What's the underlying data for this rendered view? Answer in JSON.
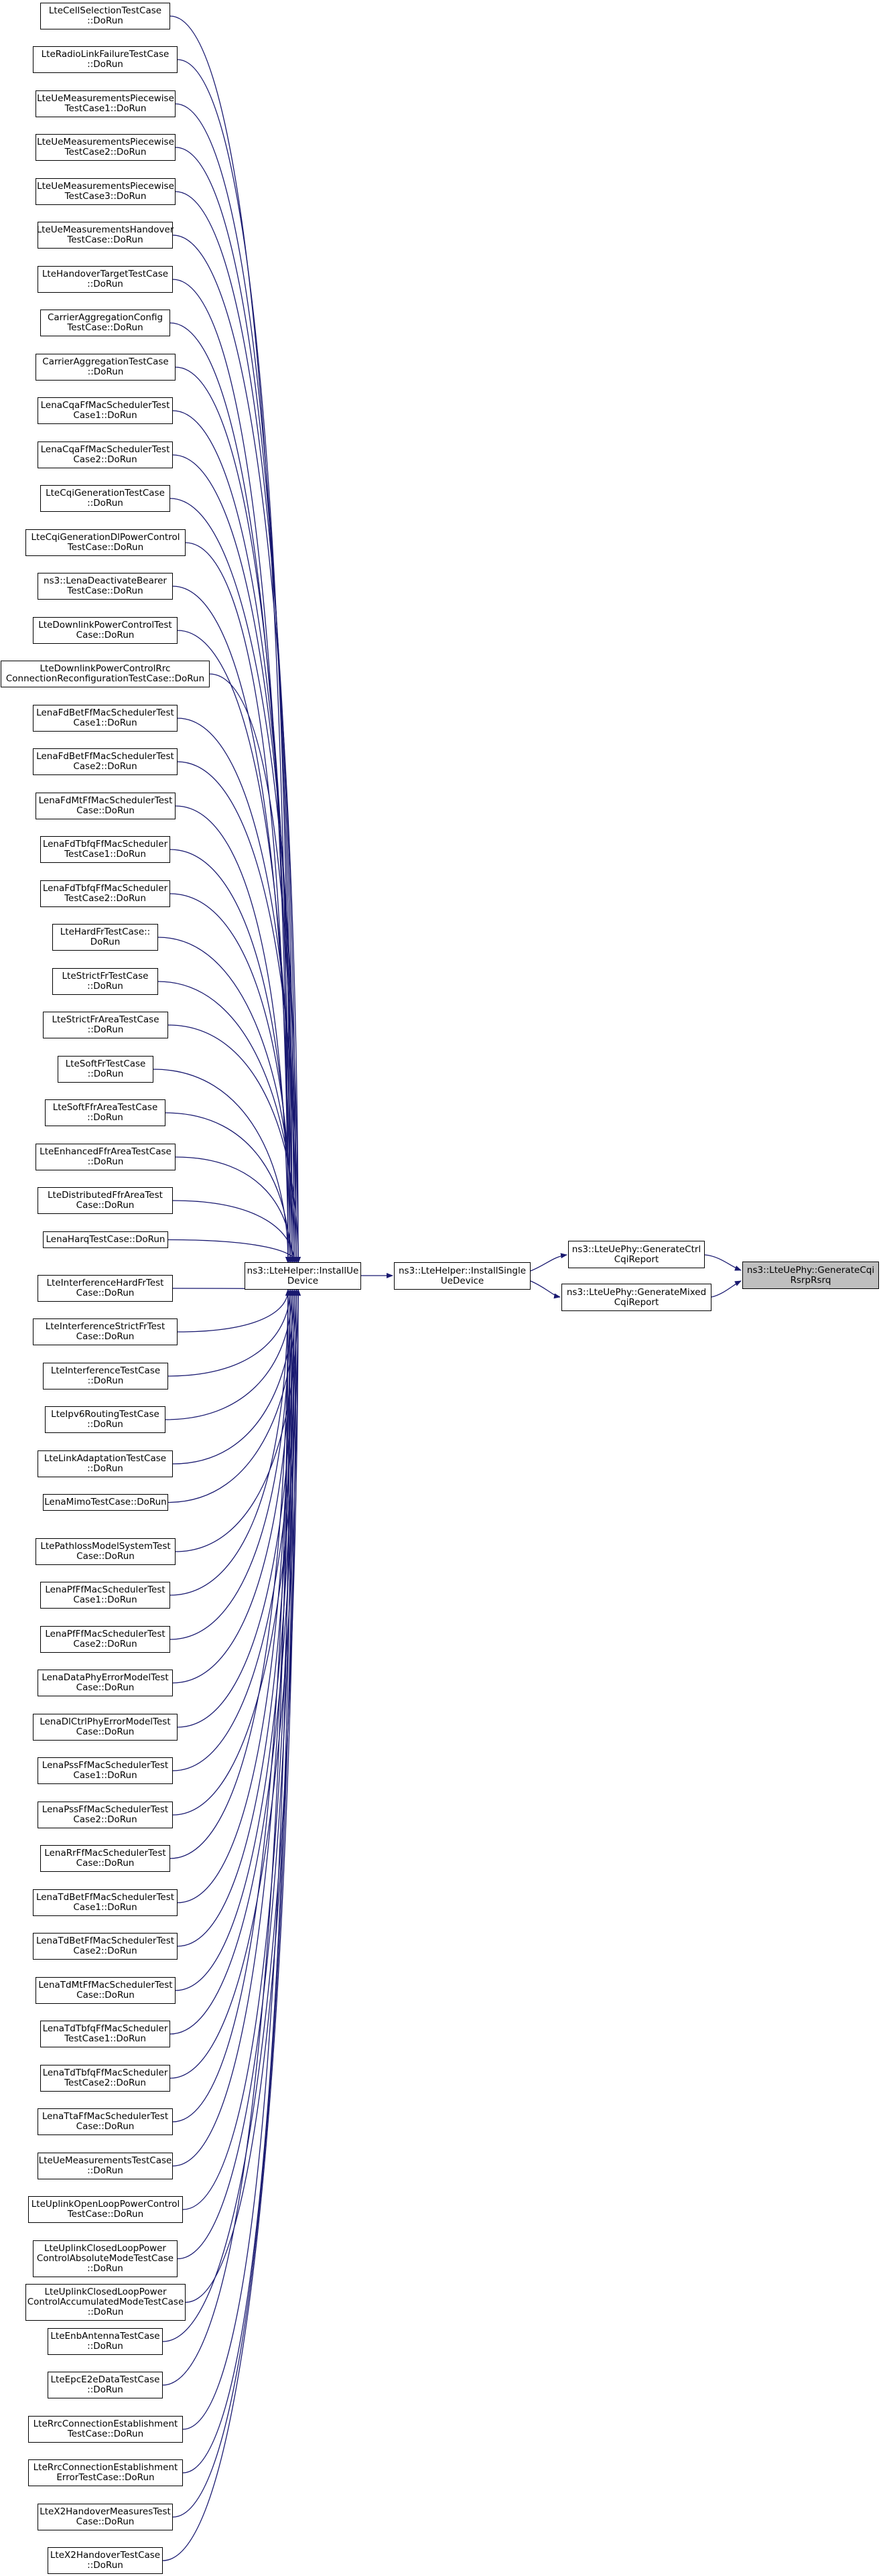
{
  "colors": {
    "edge": "#191970",
    "node_border": "#000000",
    "focus_fill": "#bfbfbf"
  },
  "focus": {
    "label": "ns3::LteUePhy::GenerateCqi\nRsrpRsrq"
  },
  "mid": [
    {
      "id": "m1",
      "label": "ns3::LteUePhy::GenerateCtrl\nCqiReport"
    },
    {
      "id": "m2",
      "label": "ns3::LteUePhy::GenerateMixed\nCqiReport"
    }
  ],
  "install_single": {
    "label": "ns3::LteHelper::InstallSingle\nUeDevice"
  },
  "install": {
    "label": "ns3::LteHelper::InstallUe\nDevice"
  },
  "callers": [
    "LteCellSelectionTestCase\n::DoRun",
    "LteRadioLinkFailureTestCase\n::DoRun",
    "LteUeMeasurementsPiecewise\nTestCase1::DoRun",
    "LteUeMeasurementsPiecewise\nTestCase2::DoRun",
    "LteUeMeasurementsPiecewise\nTestCase3::DoRun",
    "LteUeMeasurementsHandover\nTestCase::DoRun",
    "LteHandoverTargetTestCase\n::DoRun",
    "CarrierAggregationConfig\nTestCase::DoRun",
    "CarrierAggregationTestCase\n::DoRun",
    "LenaCqaFfMacSchedulerTest\nCase1::DoRun",
    "LenaCqaFfMacSchedulerTest\nCase2::DoRun",
    "LteCqiGenerationTestCase\n::DoRun",
    "LteCqiGenerationDlPowerControl\nTestCase::DoRun",
    "ns3::LenaDeactivateBearer\nTestCase::DoRun",
    "LteDownlinkPowerControlTest\nCase::DoRun",
    "LteDownlinkPowerControlRrc\nConnectionReconfigurationTestCase::DoRun",
    "LenaFdBetFfMacSchedulerTest\nCase1::DoRun",
    "LenaFdBetFfMacSchedulerTest\nCase2::DoRun",
    "LenaFdMtFfMacSchedulerTest\nCase::DoRun",
    "LenaFdTbfqFfMacScheduler\nTestCase1::DoRun",
    "LenaFdTbfqFfMacScheduler\nTestCase2::DoRun",
    "LteHardFrTestCase::\nDoRun",
    "LteStrictFrTestCase\n::DoRun",
    "LteStrictFrAreaTestCase\n::DoRun",
    "LteSoftFrTestCase\n::DoRun",
    "LteSoftFfrAreaTestCase\n::DoRun",
    "LteEnhancedFfrAreaTestCase\n::DoRun",
    "LteDistributedFfrAreaTest\nCase::DoRun",
    "LenaHarqTestCase::DoRun",
    "LteInterferenceHardFrTest\nCase::DoRun",
    "LteInterferenceStrictFrTest\nCase::DoRun",
    "LteInterferenceTestCase\n::DoRun",
    "LteIpv6RoutingTestCase\n::DoRun",
    "LteLinkAdaptationTestCase\n::DoRun",
    "LenaMimoTestCase::DoRun",
    "LtePathlossModelSystemTest\nCase::DoRun",
    "LenaPfFfMacSchedulerTest\nCase1::DoRun",
    "LenaPfFfMacSchedulerTest\nCase2::DoRun",
    "LenaDataPhyErrorModelTest\nCase::DoRun",
    "LenaDlCtrlPhyErrorModelTest\nCase::DoRun",
    "LenaPssFfMacSchedulerTest\nCase1::DoRun",
    "LenaPssFfMacSchedulerTest\nCase2::DoRun",
    "LenaRrFfMacSchedulerTest\nCase::DoRun",
    "LenaTdBetFfMacSchedulerTest\nCase1::DoRun",
    "LenaTdBetFfMacSchedulerTest\nCase2::DoRun",
    "LenaTdMtFfMacSchedulerTest\nCase::DoRun",
    "LenaTdTbfqFfMacScheduler\nTestCase1::DoRun",
    "LenaTdTbfqFfMacScheduler\nTestCase2::DoRun",
    "LenaTtaFfMacSchedulerTest\nCase::DoRun",
    "LteUeMeasurementsTestCase\n::DoRun",
    "LteUplinkOpenLoopPowerControl\nTestCase::DoRun",
    "LteUplinkClosedLoopPower\nControlAbsoluteModeTestCase\n::DoRun",
    "LteUplinkClosedLoopPower\nControlAccumulatedModeTestCase\n::DoRun",
    "LteEnbAntennaTestCase\n::DoRun",
    "LteEpcE2eDataTestCase\n::DoRun",
    "LteRrcConnectionEstablishment\nTestCase::DoRun",
    "LteRrcConnectionEstablishment\nErrorTestCase::DoRun",
    "LteX2HandoverMeasuresTest\nCase::DoRun",
    "LteX2HandoverTestCase\n::DoRun"
  ]
}
